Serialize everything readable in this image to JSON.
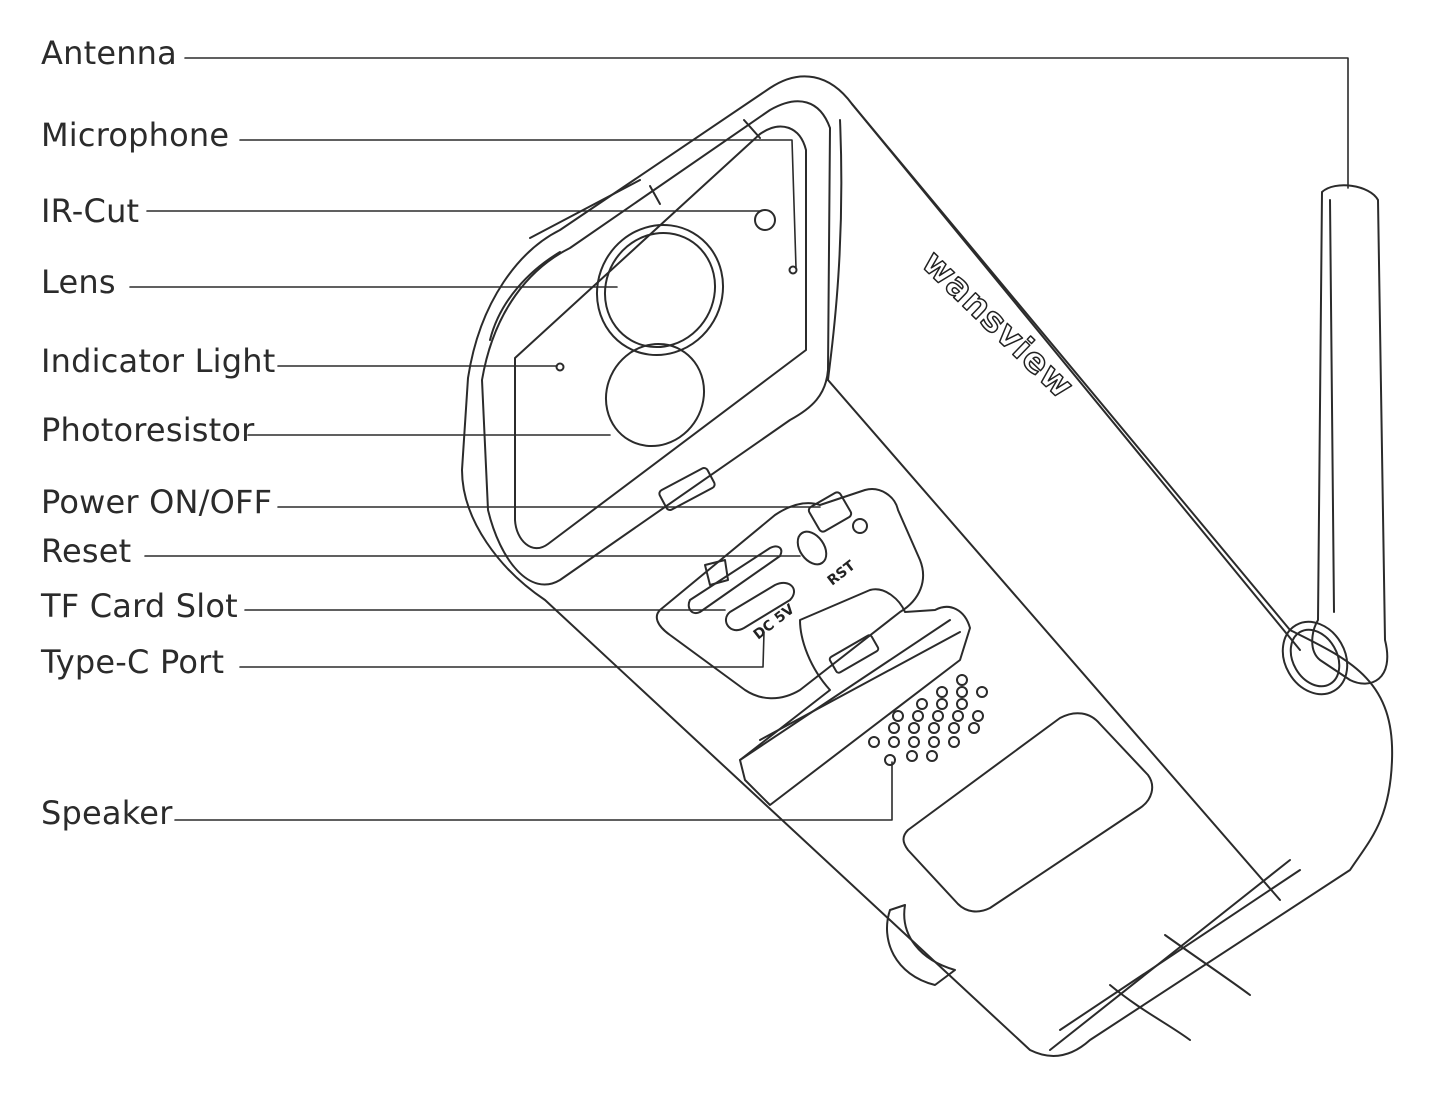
{
  "colors": {
    "line": "#2b2b2b",
    "text": "#2b2b2b",
    "background": "#ffffff"
  },
  "callouts": [
    {
      "id": "antenna",
      "label": "Antenna"
    },
    {
      "id": "microphone",
      "label": "Microphone"
    },
    {
      "id": "ir-cut",
      "label": "IR-Cut"
    },
    {
      "id": "lens",
      "label": "Lens"
    },
    {
      "id": "indicator-light",
      "label": "Indicator Light"
    },
    {
      "id": "photoresistor",
      "label": "Photoresistor"
    },
    {
      "id": "power",
      "label": "Power ON/OFF"
    },
    {
      "id": "reset",
      "label": "Reset"
    },
    {
      "id": "tf-card",
      "label": "TF Card Slot"
    },
    {
      "id": "type-c",
      "label": "Type-C Port"
    },
    {
      "id": "speaker",
      "label": "Speaker"
    }
  ],
  "device_print": {
    "brand": "wansview",
    "reset_mark": "RST",
    "power_mark": "DC 5V"
  }
}
